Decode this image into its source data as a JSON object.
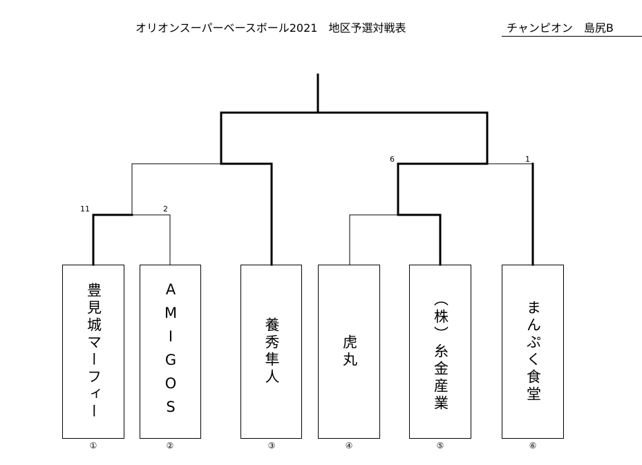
{
  "header": {
    "title": "オリオンスーパーベースボール2021　地区予選対戦表",
    "champion_label": "チャンピオン　島尻B"
  },
  "teams": [
    {
      "name": "豊見城マーフィー",
      "seed": "①"
    },
    {
      "name": "AMIGOS",
      "seed": "②"
    },
    {
      "name": "養秀隼人",
      "seed": "③"
    },
    {
      "name": "虎丸",
      "seed": "④"
    },
    {
      "name": "（株）糸金産業",
      "seed": "⑤"
    },
    {
      "name": "まんぷく食堂",
      "seed": "⑥"
    }
  ],
  "scores": {
    "match1_team1": "11",
    "match1_team2": "2",
    "semifinal_left_team": "6",
    "semifinal_right_team": "1"
  }
}
